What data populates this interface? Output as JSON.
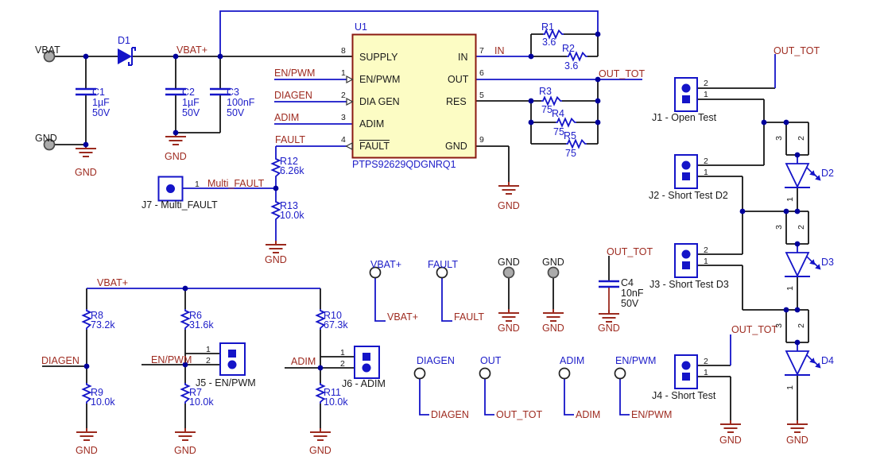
{
  "colors": {
    "wire_blue": "#1414c8",
    "wire_black": "#151515",
    "net_red": "#9e2b20",
    "value_blue": "#1c1cc8",
    "ic_fill": "#fcfcc4",
    "ic_border": "#8b1a12",
    "pad_gray": "#ababab",
    "junction_blue": "#00009c"
  },
  "ic": {
    "refdes": "U1",
    "part_number": "PTPS92629QDGNRQ1",
    "pins_left": [
      {
        "num": "8",
        "name": "SUPPLY"
      },
      {
        "num": "1",
        "name": "EN/PWM"
      },
      {
        "num": "2",
        "name": "DIA GEN"
      },
      {
        "num": "3",
        "name": "ADIM"
      },
      {
        "num": "4",
        "name": "FAULT"
      }
    ],
    "pins_right": [
      {
        "num": "7",
        "name": "IN"
      },
      {
        "num": "6",
        "name": "OUT"
      },
      {
        "num": "5",
        "name": "RES"
      },
      {
        "num": "9",
        "name": "GND"
      }
    ]
  },
  "nets": {
    "vbat": "VBAT",
    "vbat_plus": "VBAT+",
    "gnd": "GND",
    "in": "IN",
    "out": "OUT",
    "out_tot": "OUT_TOT",
    "en_pwm": "EN/PWM",
    "diagen": "DIAGEN",
    "adim": "ADIM",
    "fault": "FAULT",
    "multi_fault": "Multi_FAULT"
  },
  "components": {
    "D1": {
      "ref": "D1"
    },
    "D2": {
      "ref": "D2"
    },
    "D3": {
      "ref": "D3"
    },
    "D4": {
      "ref": "D4"
    },
    "C1": {
      "ref": "C1",
      "value": "1µF",
      "rating": "50V"
    },
    "C2": {
      "ref": "C2",
      "value": "1µF",
      "rating": "50V"
    },
    "C3": {
      "ref": "C3",
      "value": "100nF",
      "rating": "50V"
    },
    "C4": {
      "ref": "C4",
      "value": "10nF",
      "rating": "50V"
    },
    "R1": {
      "ref": "R1",
      "value": "3.6"
    },
    "R2": {
      "ref": "R2",
      "value": "3.6"
    },
    "R3": {
      "ref": "R3",
      "value": "75"
    },
    "R4": {
      "ref": "R4",
      "value": "75"
    },
    "R5": {
      "ref": "R5",
      "value": "75"
    },
    "R6": {
      "ref": "R6",
      "value": "31.6k"
    },
    "R7": {
      "ref": "R7",
      "value": "10.0k"
    },
    "R8": {
      "ref": "R8",
      "value": "73.2k"
    },
    "R9": {
      "ref": "R9",
      "value": "10.0k"
    },
    "R10": {
      "ref": "R10",
      "value": "67.3k"
    },
    "R11": {
      "ref": "R11",
      "value": "10.0k"
    },
    "R12": {
      "ref": "R12",
      "value": "6.26k"
    },
    "R13": {
      "ref": "R13",
      "value": "10.0k"
    }
  },
  "connectors": {
    "J1": {
      "label": "J1 - Open Test"
    },
    "J2": {
      "label": "J2 - Short Test D2"
    },
    "J3": {
      "label": "J3 - Short Test D3"
    },
    "J4": {
      "label": "J4 - Short Test"
    },
    "J5": {
      "label": "J5 - EN/PWM"
    },
    "J6": {
      "label": "J6 - ADIM"
    },
    "J7": {
      "label": "J7 - Multi_FAULT"
    }
  },
  "pin_numbers": {
    "n1": "1",
    "n2": "2",
    "n3": "3",
    "n4": "4",
    "n5": "5",
    "n6": "6",
    "n7": "7",
    "n8": "8",
    "n9": "9"
  }
}
